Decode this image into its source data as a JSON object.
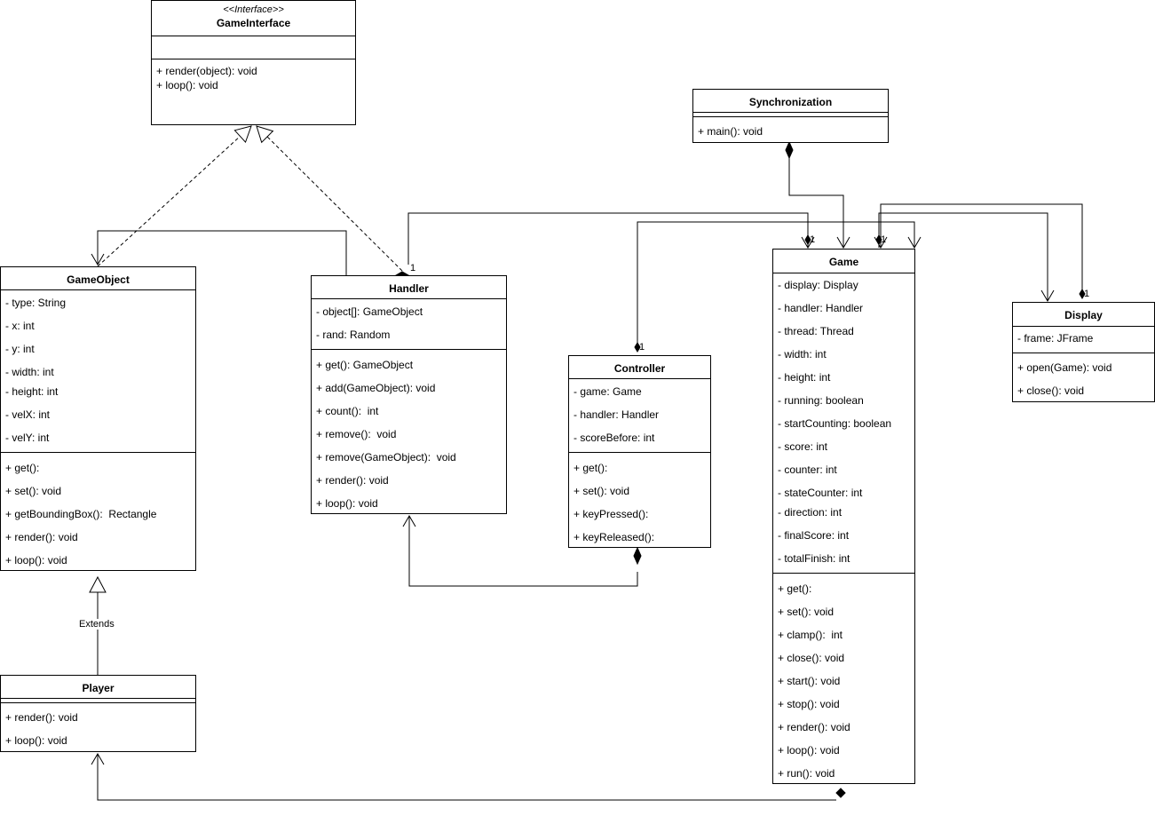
{
  "classes": {
    "game_interface": {
      "stereotype": "<<Interface>>",
      "name": "GameInterface",
      "methods": [
        "+ render(object): void",
        "+ loop(): void"
      ]
    },
    "synchronization": {
      "name": "Synchronization",
      "methods": [
        "+ main(): void"
      ]
    },
    "game_object": {
      "name": "GameObject",
      "attributes": [
        "- type: String",
        "- x: int",
        "- y: int",
        "- width: int",
        "- height: int",
        "- velX: int",
        "- velY: int"
      ],
      "methods": [
        "+ get():",
        "+ set(): void",
        "+ getBoundingBox():  Rectangle",
        "+ render(): void",
        "+ loop(): void"
      ]
    },
    "handler": {
      "name": "Handler",
      "attributes": [
        "- object[]: GameObject",
        "- rand: Random"
      ],
      "methods": [
        "+ get(): GameObject",
        "+ add(GameObject): void",
        "+ count():  int",
        "+ remove():  void",
        "+ remove(GameObject):  void",
        "+ render(): void",
        "+ loop(): void"
      ]
    },
    "controller": {
      "name": "Controller",
      "attributes": [
        "- game: Game",
        "- handler: Handler",
        "- scoreBefore: int"
      ],
      "methods": [
        "+ get():",
        "+ set(): void",
        "+ keyPressed():",
        "+ keyReleased():"
      ]
    },
    "game": {
      "name": "Game",
      "attributes": [
        "- display: Display",
        "- handler: Handler",
        "- thread: Thread",
        "- width: int",
        "- height: int",
        "- running: boolean",
        "- startCounting: boolean",
        "- score: int",
        "- counter: int",
        "- stateCounter: int",
        "- direction: int",
        "- finalScore: int",
        "- totalFinish: int"
      ],
      "methods": [
        "+ get():",
        "+ set(): void",
        "+ clamp():  int",
        "+ close(): void",
        "+ start(): void",
        "+ stop(): void",
        "+ render(): void",
        "+ loop(): void",
        "+ run(): void"
      ]
    },
    "display": {
      "name": "Display",
      "attributes": [
        "- frame: JFrame"
      ],
      "methods": [
        "+ open(Game): void",
        "+ close(): void"
      ]
    },
    "player": {
      "name": "Player",
      "methods": [
        "+ render(): void",
        "+ loop(): void"
      ]
    }
  },
  "relationship_labels": {
    "extends": "Extends",
    "multiplicity_one": "1"
  },
  "colors": {
    "line": "#000000",
    "background": "#ffffff"
  }
}
